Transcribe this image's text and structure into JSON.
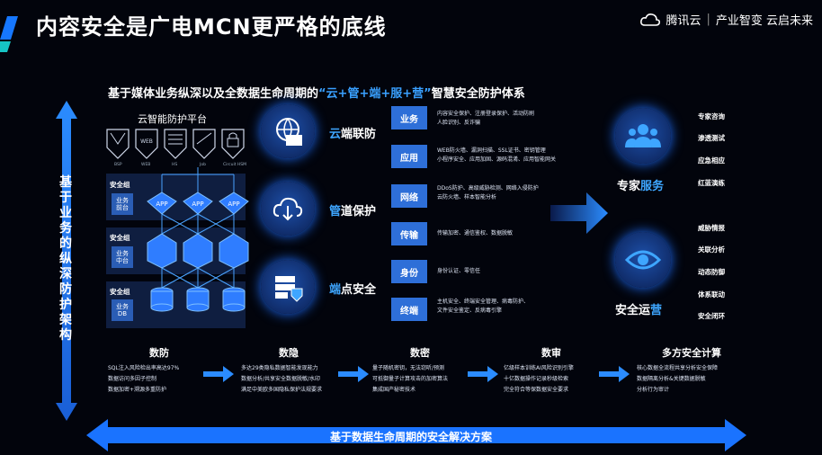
{
  "header": {
    "title": "内容安全是广电MCN更严格的底线",
    "brand_name": "腾讯云",
    "brand_divider": "|",
    "brand_slogan": "产业智变  云启未来"
  },
  "subtitle": {
    "prefix": "基于媒体业务纵深以及全数据生命周期的",
    "highlight": "“云+管+端+服+营”",
    "suffix": "智慧安全防护体系"
  },
  "vertical_label": "基于业务的纵深防护架构",
  "platform": {
    "title": "云智能防护平台",
    "shields": [
      "BSP",
      "WEB",
      "HS",
      "Job",
      "Circuit HSM"
    ],
    "layers": [
      {
        "label": "安全组",
        "box": "业务\n前台",
        "node": "APP"
      },
      {
        "label": "安全组",
        "box": "业务\n中台",
        "node": "cube"
      },
      {
        "label": "安全组",
        "box": "业务\nDB",
        "node": "db"
      }
    ]
  },
  "categories": [
    {
      "hl": "云",
      "rest": "端联防",
      "icon": "globe-firewall-icon"
    },
    {
      "hl": "管",
      "rest": "道保护",
      "icon": "cloud-download-icon"
    },
    {
      "hl": "端",
      "rest": "点安全",
      "icon": "server-shield-icon"
    }
  ],
  "services": [
    {
      "label": "业务",
      "desc": [
        "内容安全保护、注册登录保护、活动防刷",
        "人脸识别、反诈骗"
      ]
    },
    {
      "label": "应用",
      "desc": [
        "WEB防火墙、漏洞扫描、SSL证书、密钥管理",
        "小程序安全、应用加固、源码混淆、应用智能网关"
      ]
    },
    {
      "label": "网络",
      "desc": [
        "DDoS防护、高级威胁检测、网络入侵防护",
        "云防火墙、样本智能分析"
      ]
    },
    {
      "label": "传输",
      "desc": [
        "传输加密、通信鉴权、数据脱敏"
      ]
    },
    {
      "label": "身份",
      "desc": [
        "身份认证、零信任"
      ]
    },
    {
      "label": "终端",
      "desc": [
        "主机安全、终端安全管理、病毒防护、",
        "文件安全鉴定、反病毒引擎"
      ]
    }
  ],
  "expert_service": {
    "pre": "专家",
    "hl": "服务",
    "items": [
      "专家咨询",
      "渗透测试",
      "应急相应",
      "红蓝演练"
    ]
  },
  "security_ops": {
    "pre": "安全运",
    "hl": "营",
    "items": [
      "威胁情报",
      "关联分析",
      "动态防御",
      "体系联动",
      "安全闭环"
    ]
  },
  "bottom_columns": [
    {
      "title": "数防",
      "lines": [
        "SQL注入风险检出率高达97%",
        "数据访问多因子控制",
        "数据加密+溯源多重防护"
      ]
    },
    {
      "title": "数隐",
      "lines": [
        "多达29类隐私数据智能发现能力",
        "数据分析/共享安全数据脱敏/水印",
        "满足中美欧多国隐私保护法规要求"
      ]
    },
    {
      "title": "数密",
      "lines": [
        "量子随机密钥，无法窃听/预测",
        "可抵御量子计算攻击的加密算法",
        "集成国产秘密技术"
      ]
    },
    {
      "title": "数审",
      "lines": [
        "亿级样本训练AI风险识别引擎",
        "十亿数据操作记录秒级检索",
        "完全符合等保数据安全要求"
      ]
    },
    {
      "title": "多方安全计算",
      "lines": [
        "核心数据全流程共享分析安全保障",
        "数据隔离分析&关键数据脱敏",
        "分析行为审计"
      ]
    }
  ],
  "bottom_label": "基于数据生命周期的安全解决方案",
  "colors": {
    "accent": "#3ea6ff",
    "box": "#2e6fd8",
    "background": "#02040c"
  }
}
